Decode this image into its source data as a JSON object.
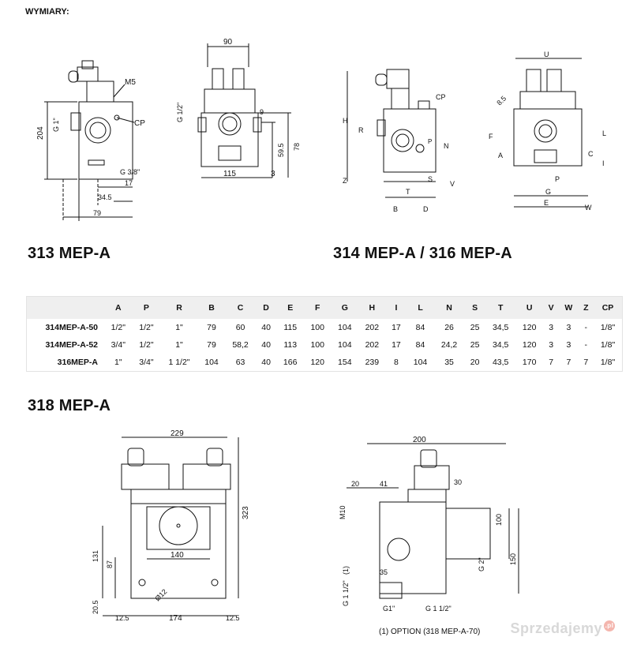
{
  "header": "WYMIARY:",
  "models": {
    "m313": "313 MEP-A",
    "m314": "314 MEP-A / 316 MEP-A",
    "m318": "318 MEP-A"
  },
  "table": {
    "columns": [
      "",
      "A",
      "P",
      "R",
      "B",
      "C",
      "D",
      "E",
      "F",
      "G",
      "H",
      "I",
      "L",
      "N",
      "S",
      "T",
      "U",
      "V",
      "W",
      "Z",
      "CP"
    ],
    "rows": [
      [
        "314MEP-A-50",
        "1/2\"",
        "1/2\"",
        "1\"",
        "79",
        "60",
        "40",
        "115",
        "100",
        "104",
        "202",
        "17",
        "84",
        "26",
        "25",
        "34,5",
        "120",
        "3",
        "3",
        "-",
        "1/8\""
      ],
      [
        "314MEP-A-52",
        "3/4\"",
        "1/2\"",
        "1\"",
        "79",
        "58,2",
        "40",
        "113",
        "100",
        "104",
        "202",
        "17",
        "84",
        "24,2",
        "25",
        "34,5",
        "120",
        "3",
        "3",
        "-",
        "1/8\""
      ],
      [
        "316MEP-A",
        "1\"",
        "3/4\"",
        "1 1/2\"",
        "104",
        "63",
        "40",
        "166",
        "120",
        "154",
        "239",
        "8",
        "104",
        "35",
        "20",
        "43,5",
        "170",
        "7",
        "7",
        "7",
        "1/8\""
      ]
    ]
  },
  "d313_side": {
    "h204": "204",
    "g1": "G 1\"",
    "m5": "M5",
    "cp": "CP",
    "g38": "G 3/8\"",
    "d17": "17",
    "d345": "34.5",
    "d79": "79"
  },
  "d313_front": {
    "d90": "90",
    "g12": "G 1/2\"",
    "d9": "9",
    "d595": "59.5",
    "d78": "78",
    "d115": "115",
    "d3": "3"
  },
  "d314_side": {
    "h": "H",
    "r": "R",
    "z": "Z",
    "cp": "CP",
    "n": "N",
    "p": "P",
    "t": "T",
    "s": "S",
    "v": "V",
    "b": "B",
    "d": "D"
  },
  "d314_front": {
    "u": "U",
    "d85": "8.5",
    "f": "F",
    "a": "A",
    "c": "C",
    "l": "L",
    "i": "I",
    "g": "G",
    "p": "P",
    "e": "E",
    "w": "W"
  },
  "d318_left": {
    "d229": "229",
    "d323": "323",
    "d131": "131",
    "d87": "87",
    "d140": "140",
    "d12": "Ø12",
    "d205": "20.5",
    "d125a": "12.5",
    "d174": "174",
    "d125b": "12.5"
  },
  "d318_right": {
    "d200": "200",
    "d20": "20",
    "d41": "41",
    "d30": "30",
    "m10": "M10",
    "d100": "100",
    "d150": "150",
    "g2": "G 2\"",
    "opt": "(1)",
    "g112": "G 1 1/2\"",
    "d35": "35",
    "g1": "G1\"",
    "g112b": "G 1 1/2\""
  },
  "caption": "(1) OPTION (318 MEP-A-70)",
  "watermark": "Sprzedajemy",
  "watermark_badge": ".pl"
}
